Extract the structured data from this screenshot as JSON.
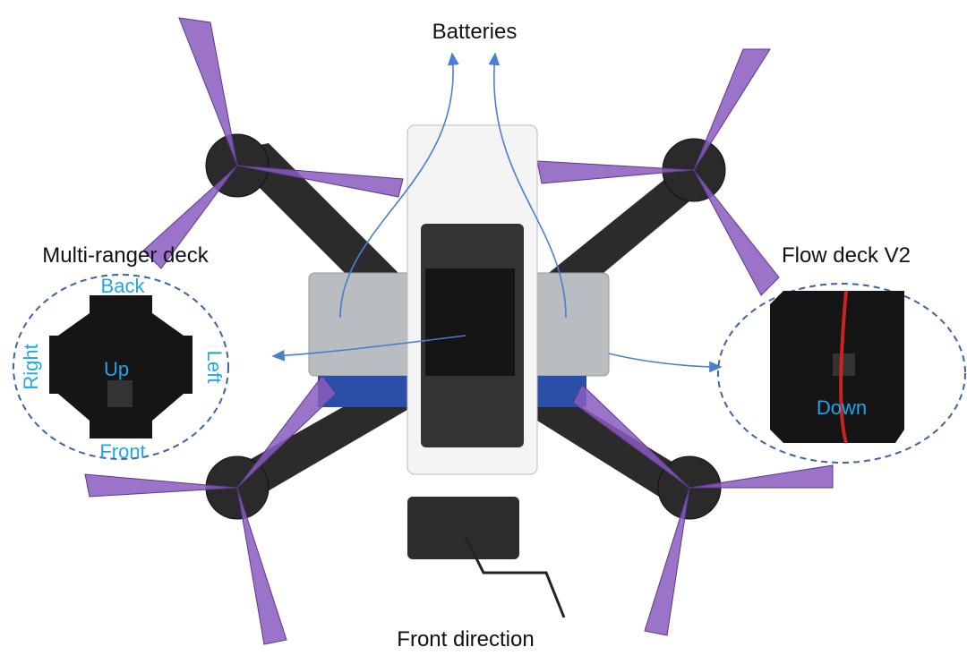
{
  "labels": {
    "batteries": "Batteries",
    "multi_ranger": "Multi-ranger deck",
    "flow_deck": "Flow deck V2",
    "front_direction": "Front direction"
  },
  "multi_ranger_directions": {
    "back": "Back",
    "front": "Front",
    "left": "Left",
    "right": "Right",
    "up": "Up"
  },
  "flow_deck_directions": {
    "down": "Down"
  },
  "colors": {
    "direction_text": "#1ea6e8",
    "arrow": "#4a7fd0",
    "ellipse": "#3f63a6",
    "propeller": "#8a5cc0"
  }
}
